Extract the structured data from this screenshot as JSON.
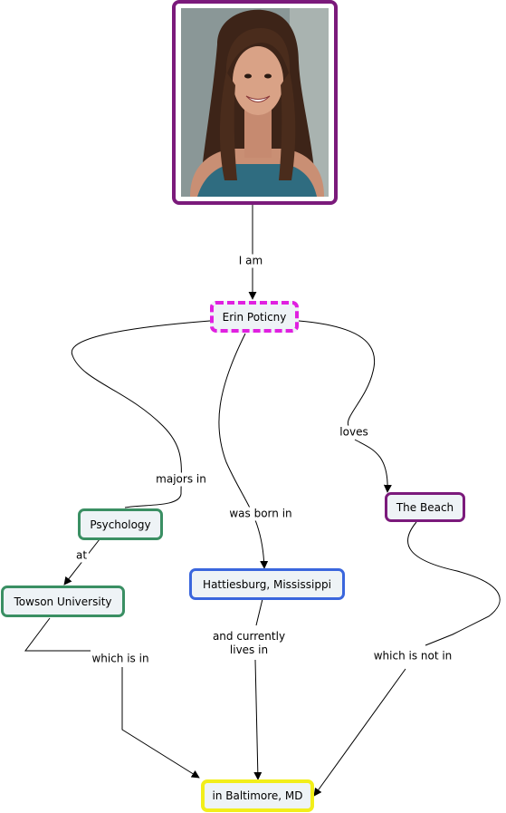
{
  "photo": {
    "subject": "portrait-photo"
  },
  "nodes": {
    "erin": "Erin Poticny",
    "psychology": "Psychology",
    "towson": "Towson University",
    "hattiesburg": "Hattiesburg, Mississippi",
    "beach": "The Beach",
    "baltimore": "in Baltimore, MD"
  },
  "links": {
    "i_am": "I am",
    "majors_in": "majors in",
    "was_born_in": "was born in",
    "loves": "loves",
    "at": "at",
    "which_is_in": "which is in",
    "currently_line1": "and currently",
    "currently_line2": "lives in",
    "which_is_not_in": "which is not in"
  },
  "colors": {
    "magenta": "#e020e0",
    "green": "#3a8f63",
    "blue": "#3a66dd",
    "purple": "#7b1a7b",
    "yellow": "#f2ee1a",
    "node_fill": "#eef3f6"
  }
}
